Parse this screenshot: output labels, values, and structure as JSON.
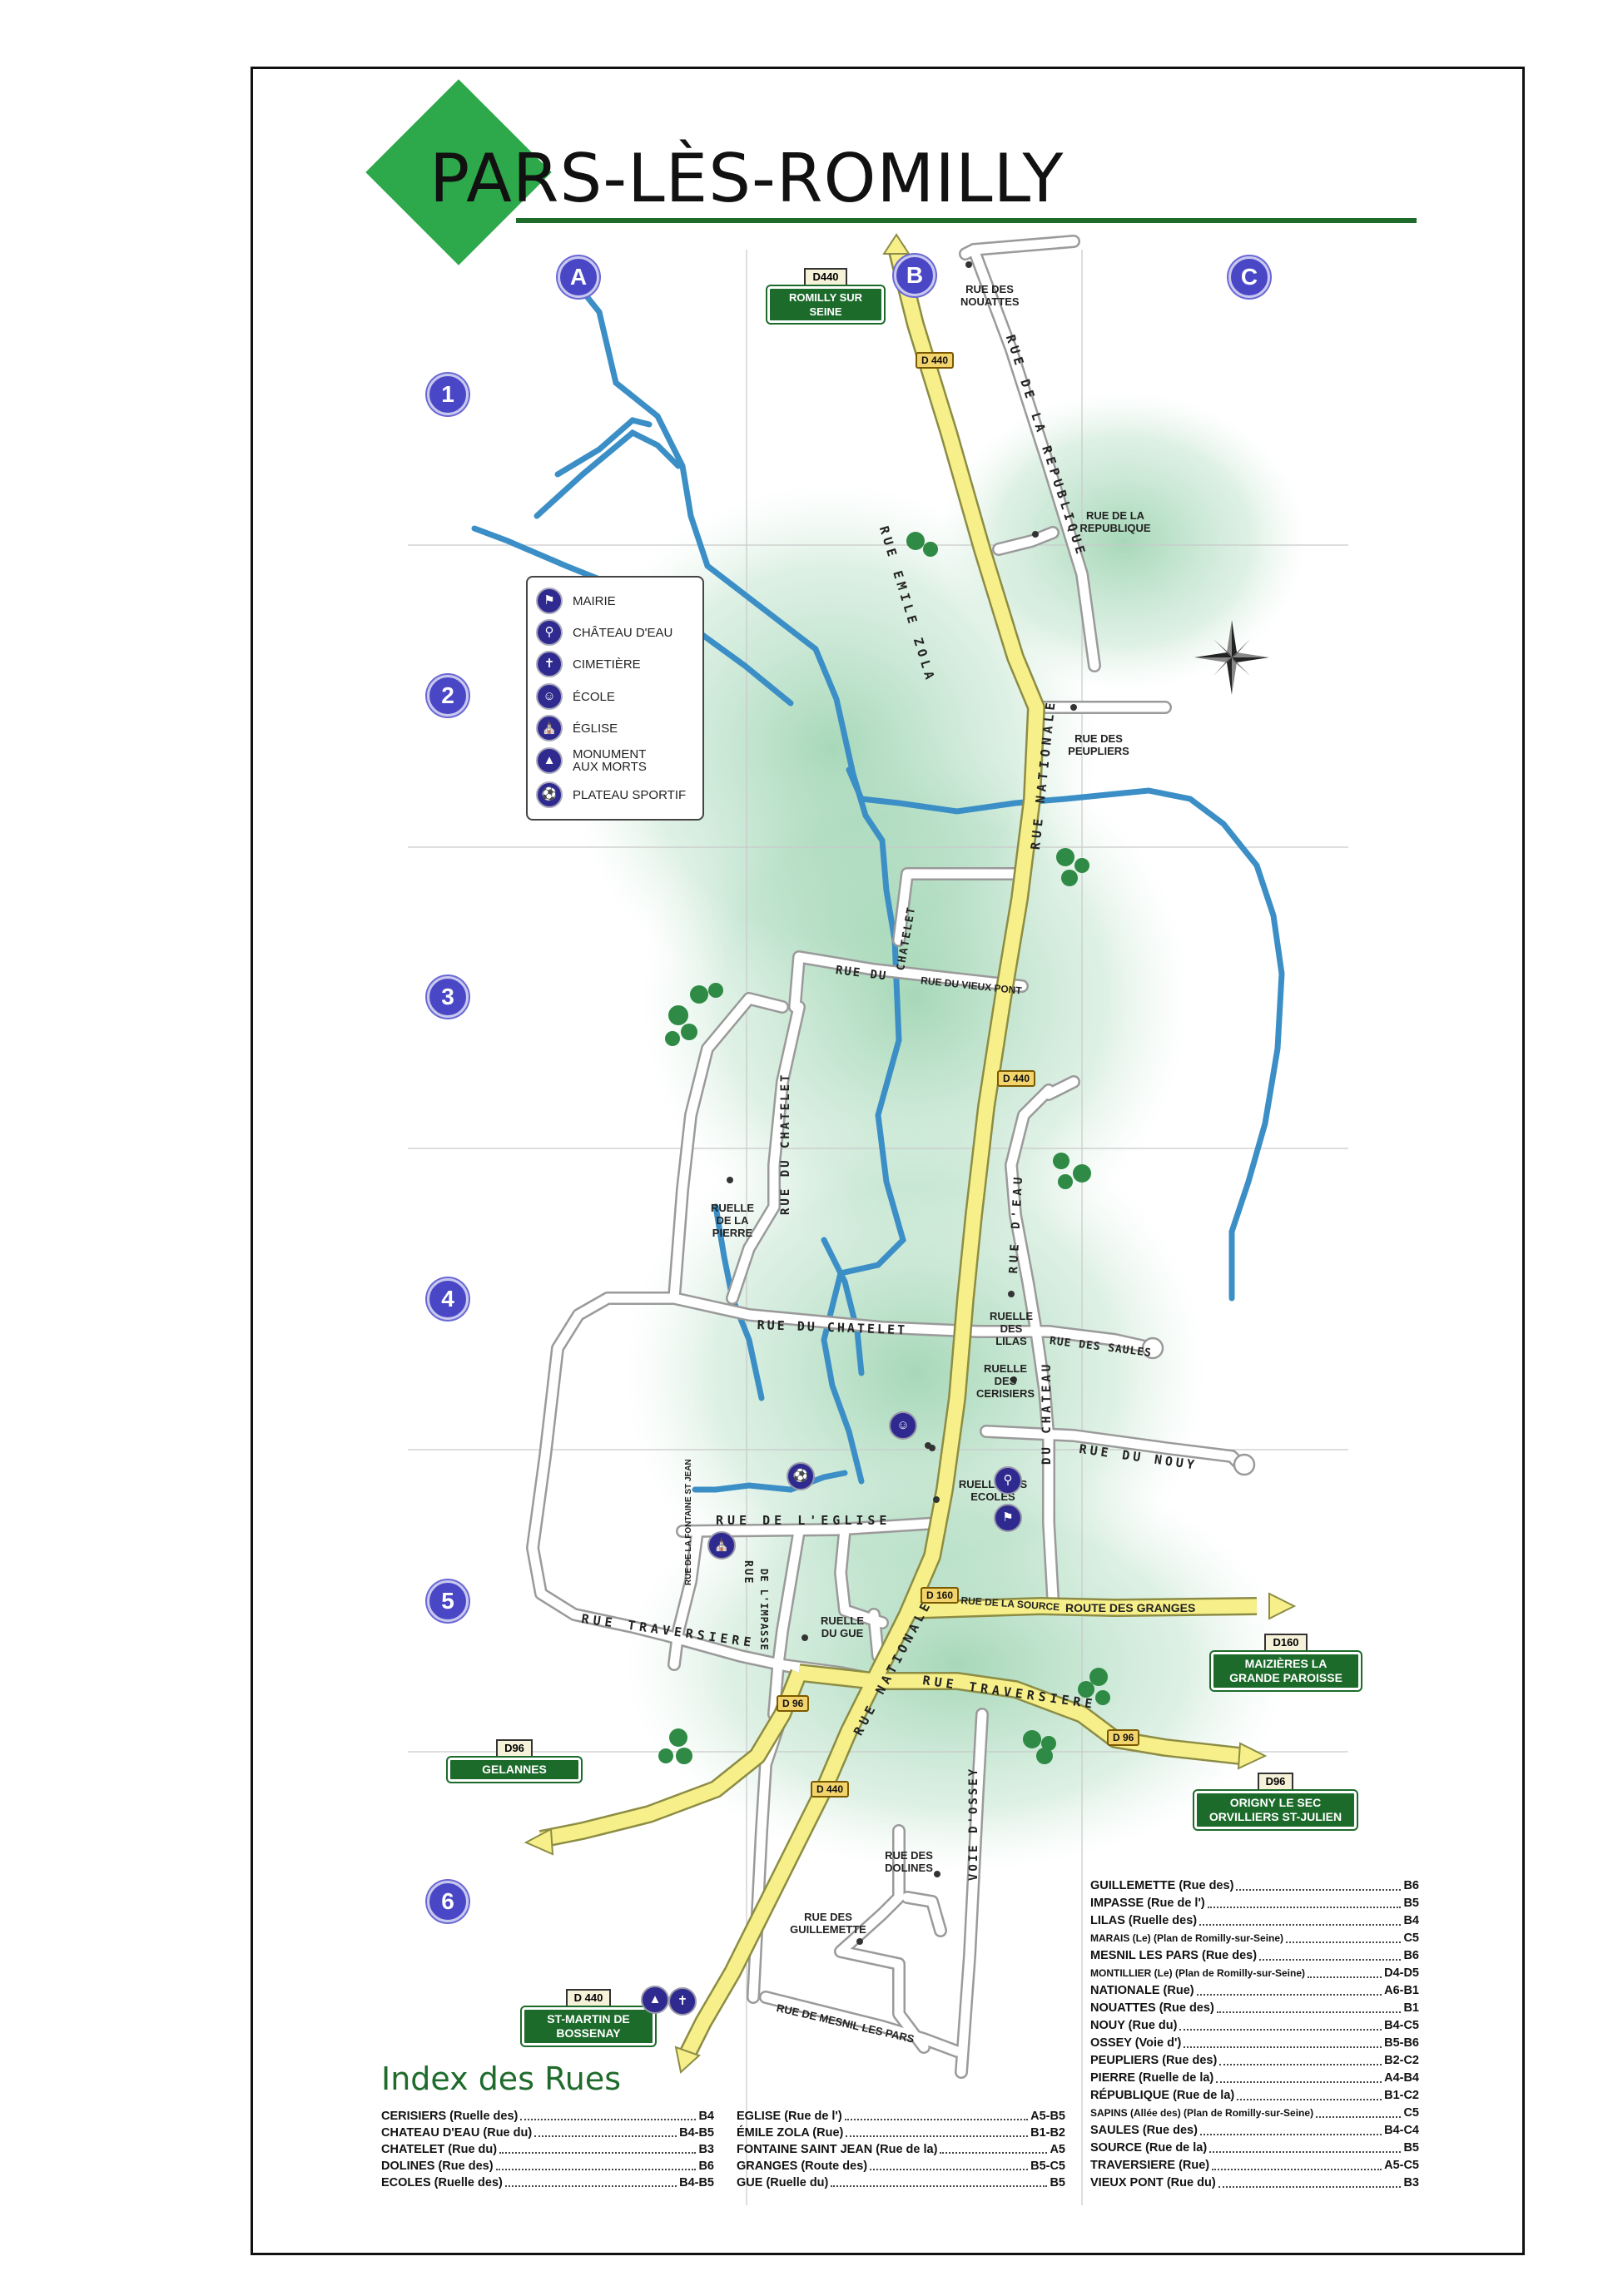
{
  "title": "PARS-LÈS-ROMILLY",
  "grid": {
    "columns": [
      "A",
      "B",
      "C"
    ],
    "rows": [
      "1",
      "2",
      "3",
      "4",
      "5",
      "6"
    ]
  },
  "legend": {
    "items": [
      {
        "label": "MAIRIE",
        "icon": "town-hall-icon"
      },
      {
        "label": "CHÂTEAU D'EAU",
        "icon": "water-tower-icon"
      },
      {
        "label": "CIMETIÈRE",
        "icon": "cemetery-icon"
      },
      {
        "label": "ÉCOLE",
        "icon": "school-icon"
      },
      {
        "label": "ÉGLISE",
        "icon": "church-icon"
      },
      {
        "label": "MONUMENT AUX MORTS",
        "icon": "monument-icon"
      },
      {
        "label": "PLATEAU SPORTIF",
        "icon": "sports-ground-icon"
      }
    ]
  },
  "streets": {
    "emile_zola": "RUE EMILE ZOLA",
    "republique_vertical": "RUE DE LA REPUBLIQUE",
    "nationale_upper": "RUE NATIONALE",
    "nationale_lower": "RUE NATIONALE",
    "chatelet_vertical_top": "CHATELET",
    "rue_du": "RUE DU",
    "vieux_pont": "RUE DU VIEUX PONT",
    "chatelet_vertical": "RUE DU CHATELET",
    "chatelet_horizontal": "RUE DU CHATELET",
    "rue_deau": "RUE D'EAU",
    "du_chateau": "DU CHATEAU",
    "saules": "RUE DES SAULES",
    "nouy": "RUE DU NOUY",
    "eglise": "RUE DE L'EGLISE",
    "fontaine": "RUE DE LA FONTAINE ST JEAN",
    "impasse_a": "RUE",
    "impasse_b": "DE L'IMPASSE",
    "traversiere_left": "RUE TRAVERSIERE",
    "traversiere_right": "RUE TRAVERSIERE",
    "source": "RUE DE LA SOURCE",
    "granges": "ROUTE DES GRANGES",
    "ossey": "VOIE D'OSSEY",
    "mesnil": "RUE DE MESNIL LES PARS",
    "nouattes": "RUE DES NOUATTES",
    "republique_label": "RUE DE LA REPUBLIQUE",
    "peupliers": "RUE DES PEUPLIERS",
    "ruelle_pierre": "RUELLE DE LA PIERRE",
    "ruelle_lilas": "RUELLE DES LILAS",
    "ruelle_cerisiers": "RUELLE DES CERISIERS",
    "ruelle_ecoles": "RUELLE DES ECOLES",
    "ruelle_gue": "RUELLE DU GUE",
    "dolines": "RUE DES DOLINES",
    "guillemette": "RUE DES GUILLEMETTE"
  },
  "road_tags": {
    "d440_top": "D 440",
    "d440_mid": "D 440",
    "d160": "D 160",
    "d96_left": "D 96",
    "d96_right": "D 96",
    "d440_bottom": "D 440"
  },
  "signs": {
    "romilly": {
      "code": "D440",
      "name": "ROMILLY SUR SEINE"
    },
    "maizieres": {
      "code": "D160",
      "name": "MAIZIÈRES LA GRANDE PAROISSE"
    },
    "gelannes": {
      "code": "D96",
      "name": "GELANNES"
    },
    "origny": {
      "code": "D96",
      "name": "ORIGNY LE SEC ORVILLIERS ST-JULIEN"
    },
    "st_martin": {
      "code": "D 440",
      "name": "ST-MARTIN DE BOSSENAY"
    }
  },
  "index": {
    "title": "Index des Rues",
    "col1": [
      {
        "name": "CERISIERS (Ruelle des)",
        "ref": "B4"
      },
      {
        "name": "CHATEAU D'EAU (Rue du)",
        "ref": "B4-B5"
      },
      {
        "name": "CHATELET (Rue du)",
        "ref": "B3"
      },
      {
        "name": "DOLINES (Rue des)",
        "ref": "B6"
      },
      {
        "name": "ECOLES (Ruelle des)",
        "ref": "B4-B5"
      }
    ],
    "col2": [
      {
        "name": "EGLISE (Rue de l')",
        "ref": "A5-B5"
      },
      {
        "name": "ÉMILE ZOLA (Rue)",
        "ref": "B1-B2"
      },
      {
        "name": "FONTAINE SAINT JEAN (Rue de la)",
        "ref": "A5"
      },
      {
        "name": "GRANGES (Route des)",
        "ref": "B5-C5"
      },
      {
        "name": "GUE (Ruelle du)",
        "ref": "B5"
      }
    ],
    "col3": [
      {
        "name": "GUILLEMETTE (Rue des)",
        "ref": "B6"
      },
      {
        "name": "IMPASSE (Rue de l')",
        "ref": "B5"
      },
      {
        "name": "LILAS (Ruelle des)",
        "ref": "B4"
      },
      {
        "name": "MARAIS (Le) (Plan de Romilly-sur-Seine)",
        "ref": "C5"
      },
      {
        "name": "MESNIL LES PARS (Rue des)",
        "ref": "B6"
      },
      {
        "name": "MONTILLIER (Le) (Plan de Romilly-sur-Seine)",
        "ref": "D4-D5"
      },
      {
        "name": "NATIONALE (Rue)",
        "ref": "A6-B1"
      },
      {
        "name": "NOUATTES (Rue des)",
        "ref": "B1"
      },
      {
        "name": "NOUY (Rue du)",
        "ref": "B4-C5"
      },
      {
        "name": "OSSEY (Voie d')",
        "ref": "B5-B6"
      },
      {
        "name": "PEUPLIERS (Rue des)",
        "ref": "B2-C2"
      },
      {
        "name": "PIERRE (Ruelle de la)",
        "ref": "A4-B4"
      },
      {
        "name": "RÉPUBLIQUE (Rue de la)",
        "ref": "B1-C2"
      },
      {
        "name": "SAPINS (Allée des) (Plan de Romilly-sur-Seine)",
        "ref": "C5"
      },
      {
        "name": "SAULES (Rue des)",
        "ref": "B4-C4"
      },
      {
        "name": "SOURCE (Rue de la)",
        "ref": "B5"
      },
      {
        "name": "TRAVERSIERE (Rue)",
        "ref": "A5-C5"
      },
      {
        "name": "VIEUX PONT (Rue du)",
        "ref": "B3"
      }
    ]
  },
  "colors": {
    "river": "#3b8fc6",
    "main_road": "#f7f08a",
    "vegetation": "#7fc79a",
    "title_accent": "#2da84a",
    "badge": "#4a47c7",
    "sign_green": "#1d6b2b"
  }
}
